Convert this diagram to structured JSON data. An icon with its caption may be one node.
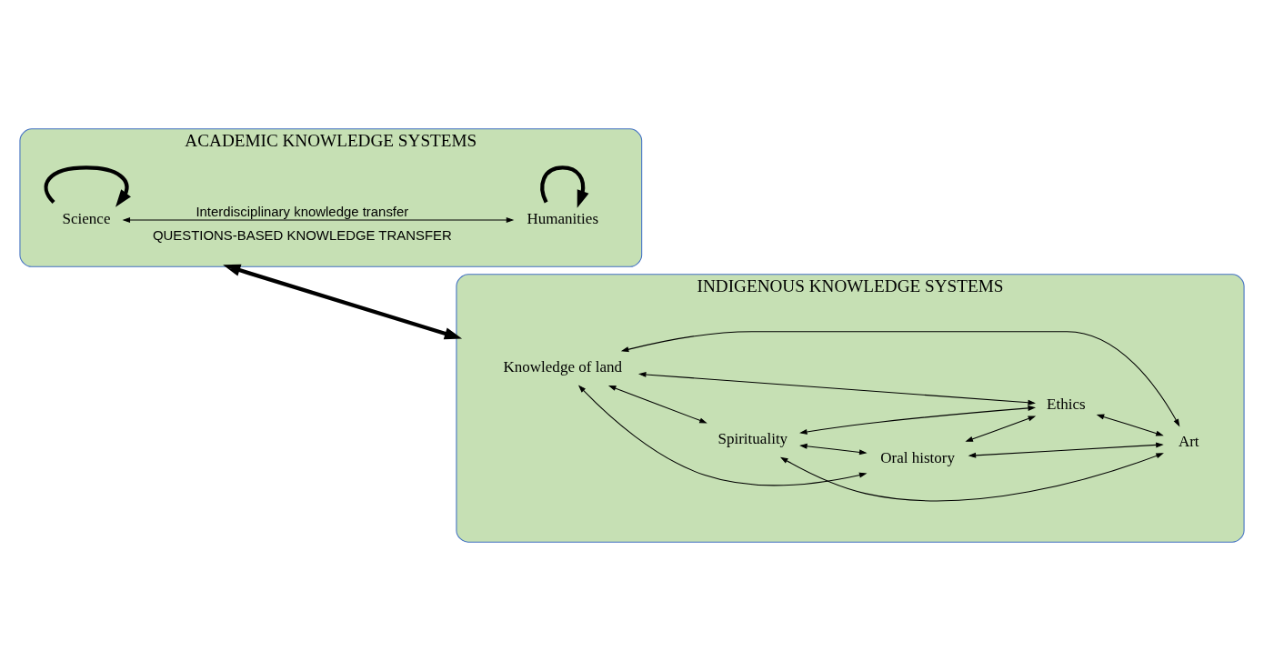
{
  "diagram": {
    "nodes": [
      {
        "text": [
          "ACADEMIC KNOWLEDGE SYSTEMS"
        ]
      },
      {
        "text": [
          "Science"
        ],
        "in": 0
      },
      {
        "text": [
          "Humanities"
        ],
        "in": 0
      },
      {
        "text": [
          "INDIGENOUS KNOWLEDGE SYSTEMS"
        ]
      },
      {
        "text": [
          "Knowledge of land"
        ],
        "in": 3
      },
      {
        "text": [
          "Spirituality"
        ],
        "in": 3
      },
      {
        "text": [
          "Oral history"
        ],
        "in": 3
      },
      {
        "text": [
          "Ethics"
        ],
        "in": 3
      },
      {
        "text": [
          "Art"
        ],
        "in": 3
      }
    ],
    "edges": [
      {
        "from": 0,
        "to": 3,
        "arrow": "both",
        "label": "QUESTIONS-BASED KNOWLEDGE TRANSFER",
        "style": "thick"
      },
      {
        "from": 1,
        "to": 1,
        "arrow": "to",
        "style": "thick"
      },
      {
        "from": 2,
        "to": 2,
        "arrow": "to",
        "style": "thick"
      },
      {
        "from": 1,
        "to": 2,
        "arrow": "both",
        "label": "Interdisciplinary knowledge transfer"
      },
      {
        "from": 4,
        "to": 5,
        "arrow": "both"
      },
      {
        "from": 4,
        "to": 6,
        "arrow": "both"
      },
      {
        "from": 4,
        "to": 7,
        "arrow": "both"
      },
      {
        "from": 4,
        "to": 8,
        "arrow": "both"
      },
      {
        "from": 5,
        "to": 6,
        "arrow": "both"
      },
      {
        "from": 5,
        "to": 7,
        "arrow": "both"
      },
      {
        "from": 5,
        "to": 8,
        "arrow": "both"
      },
      {
        "from": 6,
        "to": 7,
        "arrow": "both"
      },
      {
        "from": 6,
        "to": 8,
        "arrow": "both"
      },
      {
        "from": 7,
        "to": 8,
        "arrow": "both"
      }
    ]
  }
}
